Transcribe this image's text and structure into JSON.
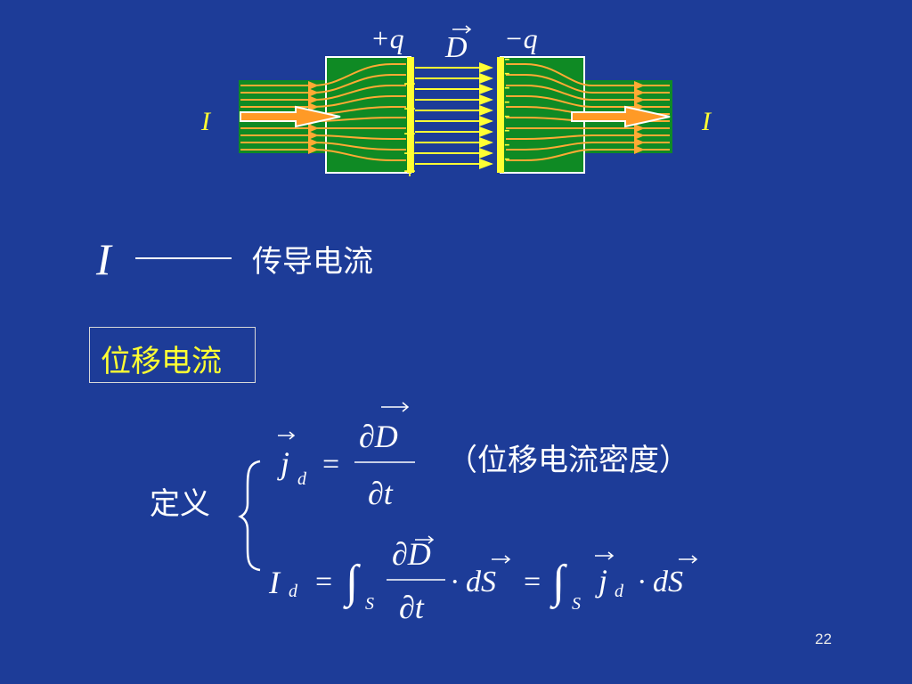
{
  "diagram": {
    "plus_charge": "+q",
    "minus_charge": "−q",
    "field_symbol": "D",
    "current_left": "I",
    "current_right": "I",
    "plate_plus_sign": "+",
    "plate_minus_sign": "-"
  },
  "conduction": {
    "symbol": "I",
    "text": "传导电流"
  },
  "displacement": {
    "title": "位移电流",
    "definition_label": "定义",
    "density_note": "（位移电流密度）",
    "eq1": {
      "lhs_symbol": "j",
      "lhs_subscript": "d",
      "equals": "=",
      "numerator": "∂D",
      "denominator": "∂t"
    },
    "eq2": {
      "lhs_symbol": "I",
      "lhs_subscript": "d",
      "equals1": "=",
      "integral": "∫",
      "int_subscript": "S",
      "numerator": "∂D",
      "denominator": "∂t",
      "dot_dS": "· dS",
      "equals2": "=",
      "integral2": "∫",
      "int_subscript2": "S",
      "rhs_symbol": "j",
      "rhs_subscript": "d",
      "dot_dS2": "· dS"
    }
  },
  "page_number": "22",
  "colors": {
    "background": "#1d3c98",
    "plate_green": "#0f8a24",
    "current_line": "#ffaa33",
    "field_line": "#ffff33",
    "title_yellow": "#ffff33"
  }
}
